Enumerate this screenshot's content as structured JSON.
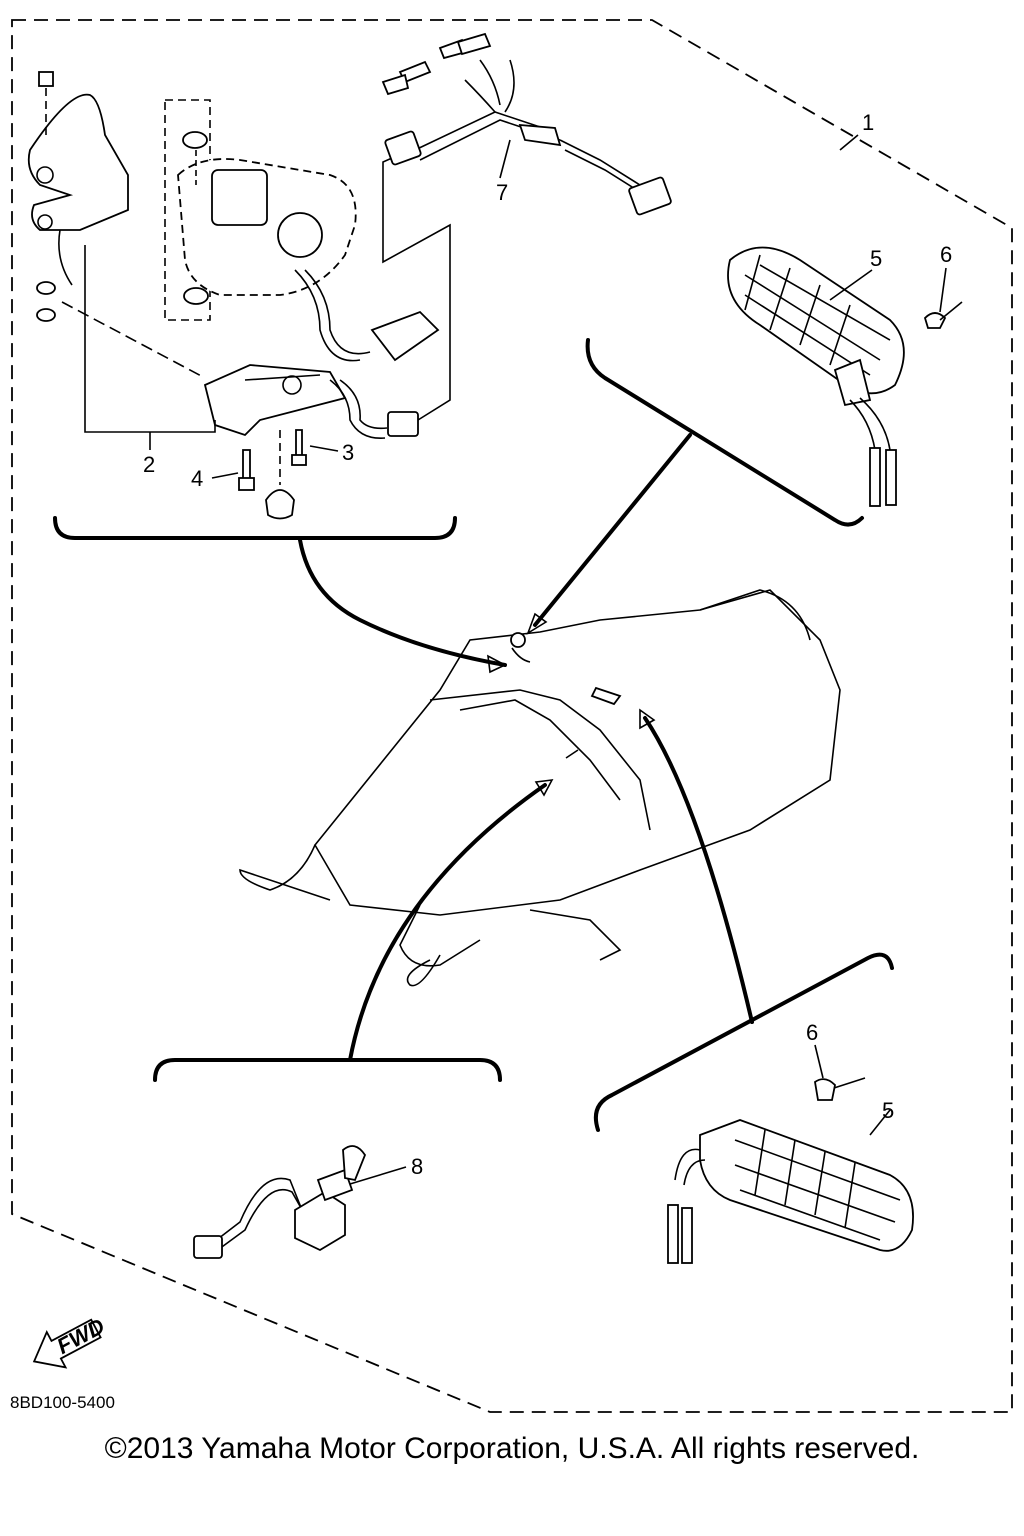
{
  "callouts": {
    "c1": "1",
    "c2": "2",
    "c3": "3",
    "c4": "4",
    "c5a": "5",
    "c5b": "5",
    "c6a": "6",
    "c6b": "6",
    "c7": "7",
    "c8": "8"
  },
  "fwd_label": "FWD",
  "drawing_code": "8BD100-5400",
  "copyright": "©2013 Yamaha Motor Corporation, U.S.A. All rights reserved."
}
